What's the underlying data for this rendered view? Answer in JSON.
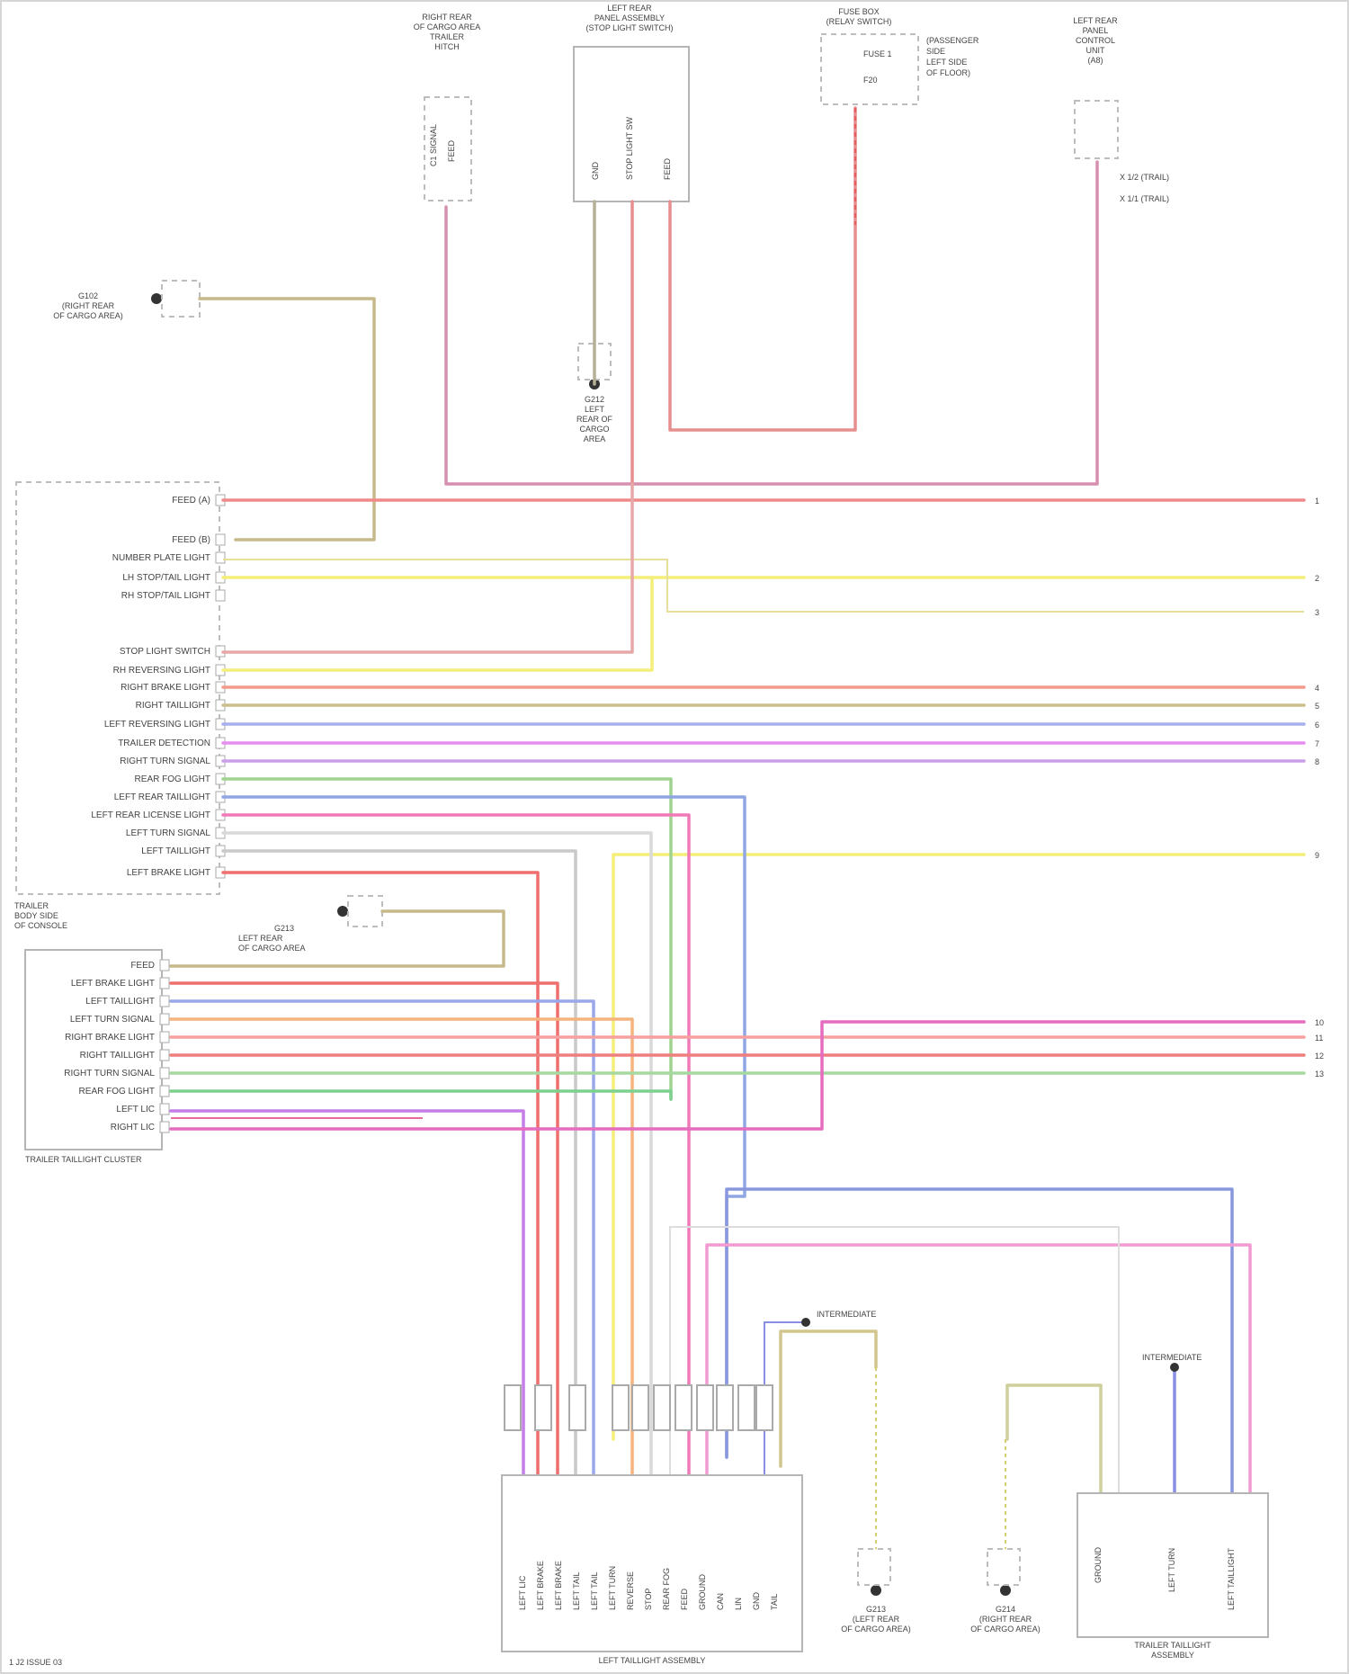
{
  "diagram": {
    "left_connector_pins": [
      "FEED (A)",
      "FEED (B)",
      "NUMBER PLATE LIGHT",
      "LH STOP/TAIL LIGHT",
      "RH STOP/TAIL LIGHT",
      "STOP LIGHT SWITCH",
      "RH REVERSING LIGHT",
      "RIGHT BRAKE LIGHT",
      "RIGHT TAILLIGHT",
      "LEFT REVERSING LIGHT",
      "TRAILER DETECTION",
      "RIGHT TURN SIGNAL",
      "REAR FOG LIGHT",
      "LEFT REAR TAILLIGHT",
      "LEFT REAR LICENSE LIGHT",
      "LEFT TURN SIGNAL",
      "LEFT TAILLIGHT",
      "LEFT BRAKE LIGHT"
    ],
    "lower_connector_pins": [
      "FEED",
      "LEFT BRAKE LIGHT",
      "LEFT TAILLIGHT",
      "LEFT TURN SIGNAL",
      "RIGHT BRAKE LIGHT",
      "RIGHT TAILLIGHT",
      "RIGHT TURN SIGNAL",
      "REAR FOG LIGHT",
      "LEFT LIC",
      "RIGHT LIC"
    ],
    "left_module_label": "TRAILER\nBODY SIDE\nOF CONSOLE",
    "lower_module_label": "TRAILER TAILLIGHT CLUSTER",
    "bottom_left_label": "LEFT TAILLIGHT ASSEMBLY",
    "bottom_right_label": "TRAILER TAILLIGHT\nASSEMBLY",
    "ground_left_label": "G102\n(RIGHT REAR\nOF CARGO AREA)",
    "ground_mid_label": "G212\n(LEFT REAR\nOF CARGO AREA)",
    "ground_bottom_left_label": "G213\n(LEFT REAR\nOF CARGO AREA)",
    "ground_bottom_right_label": "G214\n(RIGHT REAR\nOF CARGO AREA)",
    "top_module_1": "RIGHT REAR\nOF CARGO AREA\nTRAILER\nHITCH",
    "top_module_2": "LEFT REAR\nPANEL ASSEMBLY\n(STOP LIGHT SWITCH)",
    "top_module_3": "FUSE BOX\n(RELAY SWITCH)",
    "top_module_4": "LEFT REAR\nPANEL\nCONTROL\nUNIT",
    "fuse_labels": [
      "FUSE 1",
      "F20"
    ],
    "right_numbers": [
      "1",
      "2",
      "3",
      "4",
      "5",
      "6",
      "7",
      "8",
      "9",
      "10",
      "11",
      "12",
      "13"
    ],
    "footer_code": "1 J2 ISSUE 03"
  }
}
